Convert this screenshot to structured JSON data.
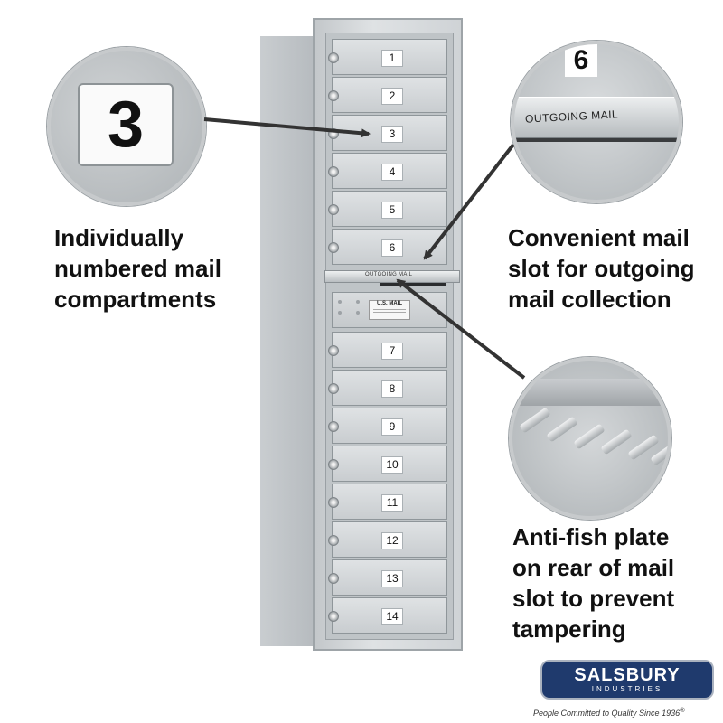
{
  "mailbox": {
    "doors": [
      "1",
      "2",
      "3",
      "4",
      "5",
      "6",
      "7",
      "8",
      "9",
      "10",
      "11",
      "12",
      "13",
      "14"
    ],
    "slot_label": "OUTGOING MAIL",
    "usmail_label": "U.S. MAIL"
  },
  "callouts": {
    "numbered": {
      "plate_number": "3",
      "lines": [
        "Individually",
        "numbered mail",
        "compartments"
      ]
    },
    "slot": {
      "plate_number": "6",
      "plate_label": "OUTGOING MAIL",
      "lines": [
        "Convenient mail",
        "slot for outgoing",
        "mail collection"
      ]
    },
    "antifish": {
      "lines": [
        "Anti-fish plate",
        "on rear of mail",
        "slot to prevent",
        "tampering"
      ]
    }
  },
  "brand": {
    "name": "SALSBURY",
    "sub": "INDUSTRIES",
    "tagline": "People Committed to Quality Since 1936",
    "tagline_mark": "®"
  },
  "colors": {
    "aluminum": "#c9cdd0",
    "arrow": "#333333",
    "logo_bg": "#1f3a6d"
  }
}
